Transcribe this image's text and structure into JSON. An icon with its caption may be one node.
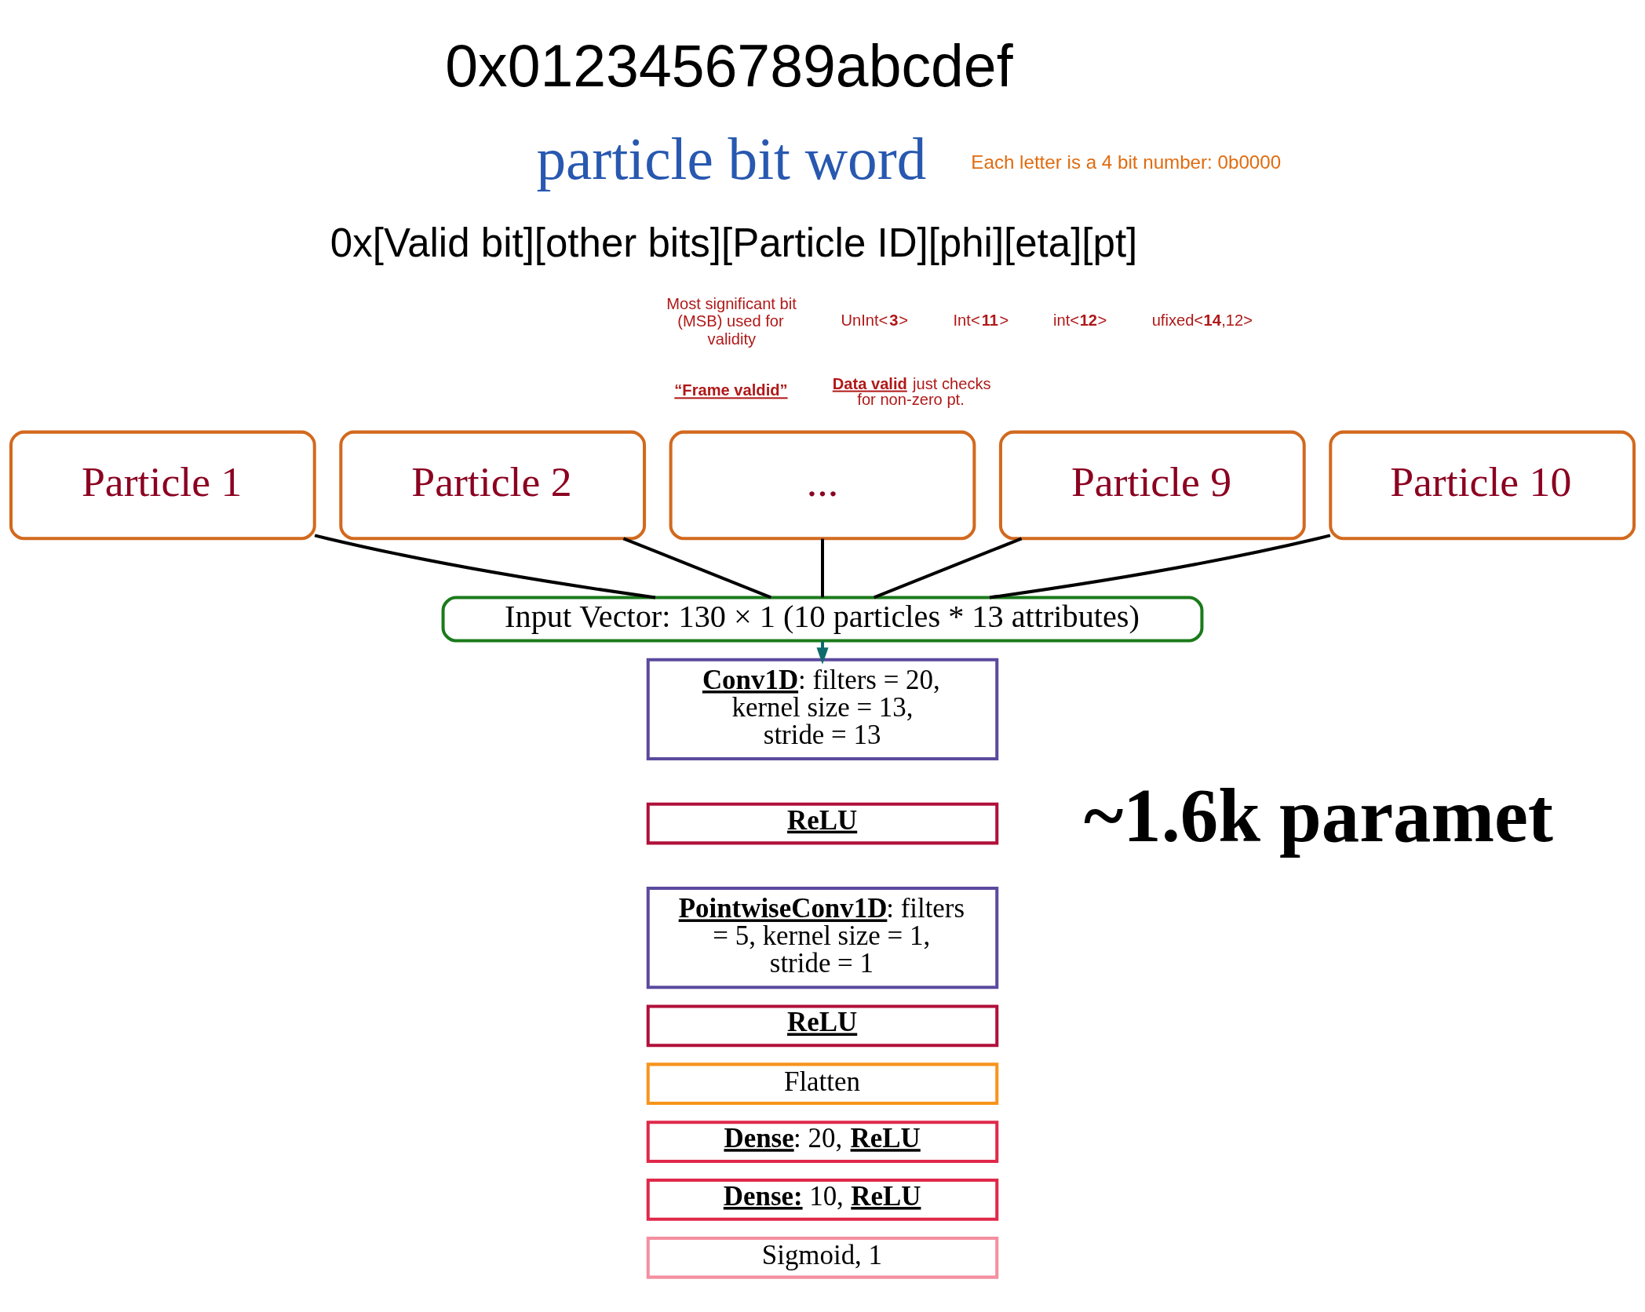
{
  "diagram": {
    "nodes": [
      {
        "text": [
          "Particle 1"
        ]
      },
      {
        "text": [
          "Particle 2"
        ]
      },
      {
        "text": [
          "..."
        ]
      },
      {
        "text": [
          "Particle 9"
        ]
      },
      {
        "text": [
          "Particle 10"
        ]
      },
      {
        "text": [
          "Input Vector: 130 × 1 (10 particles * 13 attributes)"
        ]
      },
      {
        "text": [
          "**Conv1D**: filters = 20, kernel size = 13, stride = 13"
        ]
      },
      {
        "text": [
          "ReLU"
        ]
      },
      {
        "text": [
          "**PointwiseConv1D**: filters = 5, kernel size = 1, stride = 1"
        ]
      },
      {
        "text": [
          "ReLU"
        ]
      },
      {
        "text": [
          "Flatten"
        ]
      },
      {
        "text": [
          "**Dense**: 20, **ReLU**"
        ]
      },
      {
        "text": [
          "**Dense:** 10, **ReLU**"
        ]
      },
      {
        "text": [
          "Sigmoid, 1"
        ]
      }
    ],
    "edges": [
      {
        "from": 0,
        "to": 5,
        "arrow": "none"
      },
      {
        "from": 1,
        "to": 5,
        "arrow": "none"
      },
      {
        "from": 2,
        "to": 5,
        "arrow": "none"
      },
      {
        "from": 3,
        "to": 5,
        "arrow": "none"
      },
      {
        "from": 4,
        "to": 5,
        "arrow": "none"
      },
      {
        "from": 5,
        "to": 6,
        "arrow": "to",
        "color": "#0f6b6b"
      }
    ],
    "labels": [
      "0x0123456789abcdef",
      "particle bit word",
      "Each letter is a 4 bit number: 0b0000",
      "0x[Valid bit][other bits][Particle ID][phi][eta][pt]",
      "Most significant bit (MSB) used for validity",
      "UnInt<**3**>",
      "Int<**11**>",
      "int<**12**>",
      "ufixed<**14**,12>",
      "“Frame valdid”",
      "**Data valid** just checks for non-zero pt.",
      "~1.6k paramet"
    ]
  }
}
